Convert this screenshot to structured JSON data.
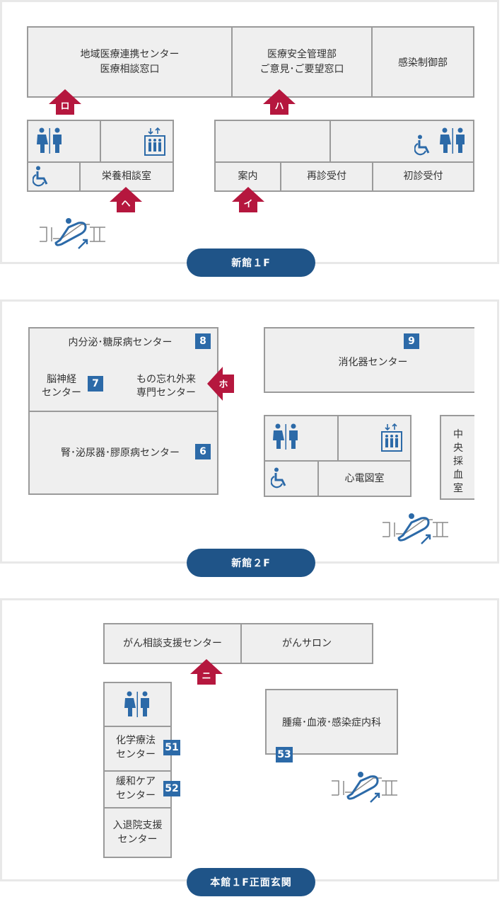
{
  "floors": [
    {
      "badge": "新館１F",
      "rooms": {
        "chiiki": "地域医療連携センター",
        "chiiki2": "医療相談窓口",
        "anzen": "医療安全管理部",
        "anzen2": "ご意見･ご要望窓口",
        "kansen": "感染制御部",
        "eiyou": "栄養相談室",
        "annai": "案内",
        "saishin": "再診受付",
        "shoshin": "初診受付"
      },
      "markers": {
        "ro": "ロ",
        "ha": "ハ",
        "he": "ヘ",
        "i": "イ"
      }
    },
    {
      "badge": "新館２F",
      "rooms": {
        "naibunpitsu": "内分泌･糖尿病センター",
        "noushinkei1": "脳神経",
        "noushinkei2": "センター",
        "monowasure1": "もの忘れ外来",
        "monowasure2": "専門センター",
        "jin": "腎･泌尿器･膠原病センター",
        "shouka": "消化器センター",
        "shindenzu": "心電図室",
        "chuou": "中央採血室"
      },
      "numbers": {
        "n8": "8",
        "n7": "7",
        "n6": "6",
        "n9": "9"
      },
      "markers": {
        "ho": "ホ"
      }
    },
    {
      "badge": "本館１F正面玄関",
      "rooms": {
        "gansoudan": "がん相談支援センター",
        "gansalon": "がんサロン",
        "kagaku1": "化学療法",
        "kagaku2": "センター",
        "kanwa1": "緩和ケア",
        "kanwa2": "センター",
        "nyutai1": "入退院支援",
        "nyutai2": "センター",
        "shuyou": "腫瘍･血液･感染症内科"
      },
      "numbers": {
        "n51": "51",
        "n52": "52",
        "n53": "53"
      },
      "markers": {
        "ni": "ニ"
      }
    }
  ],
  "icons": [
    "restroom-icon",
    "elevator-icon",
    "wheelchair-icon",
    "escalator-icon"
  ],
  "colors": {
    "marker": "#b5173e",
    "number": "#2c6aa8",
    "badge": "#1f5488",
    "icon": "#2c6aa8"
  }
}
